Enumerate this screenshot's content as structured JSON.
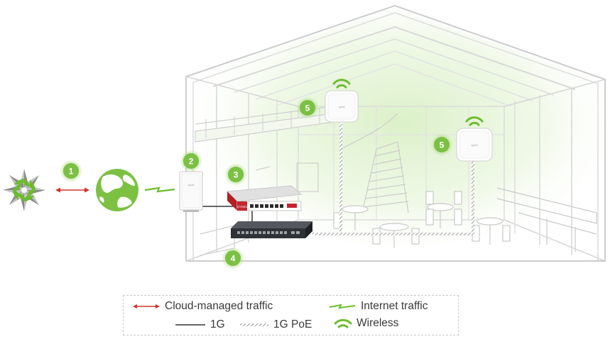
{
  "badges": {
    "cloud": "1",
    "access_point_outdoor": "2",
    "firewall": "3",
    "switch": "4",
    "ap_ceiling_1": "5",
    "ap_ceiling_2": "5"
  },
  "devices": {
    "access_point_brand": "zyxel",
    "ceiling_ap_brand": "zyxel",
    "firewall_brand": "ZYXEL"
  },
  "legend": {
    "cloud_managed": "Cloud-managed traffic",
    "internet": "Internet traffic",
    "one_g": "1G",
    "one_g_poe": "1G PoE",
    "wireless": "Wireless"
  },
  "colors": {
    "accent_green": "#6cbd2d",
    "badge_fill": "#7bc043",
    "cloud_traffic_red": "#d0342c",
    "building_outline": "#cfcfcf",
    "firewall_red": "#c4262e",
    "switch_dark": "#2f3236"
  },
  "icons": [
    "nebula-cloud-icon",
    "globe-icon",
    "lightning-link-icon",
    "wireless-icon"
  ]
}
